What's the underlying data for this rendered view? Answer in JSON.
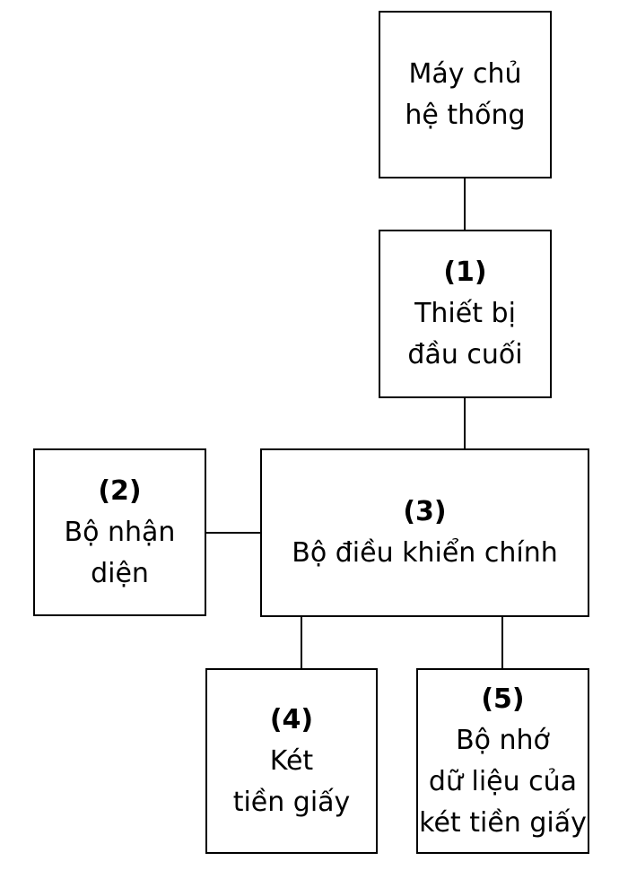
{
  "nodes": {
    "server": {
      "line1": "Máy chủ",
      "line2": "hệ thống"
    },
    "terminal": {
      "number": "(1)",
      "line1": "Thiết bị",
      "line2": "đầu cuối"
    },
    "recognizer": {
      "number": "(2)",
      "line1": "Bộ nhận",
      "line2": "diện"
    },
    "controller": {
      "number": "(3)",
      "line1": "Bộ điều khiển chính"
    },
    "cash_safe": {
      "number": "(4)",
      "line1": "Két",
      "line2": "tiền giấy"
    },
    "memory": {
      "number": "(5)",
      "line1": "Bộ nhớ",
      "line2": "dữ liệu của",
      "line3": "két tiền giấy"
    }
  }
}
